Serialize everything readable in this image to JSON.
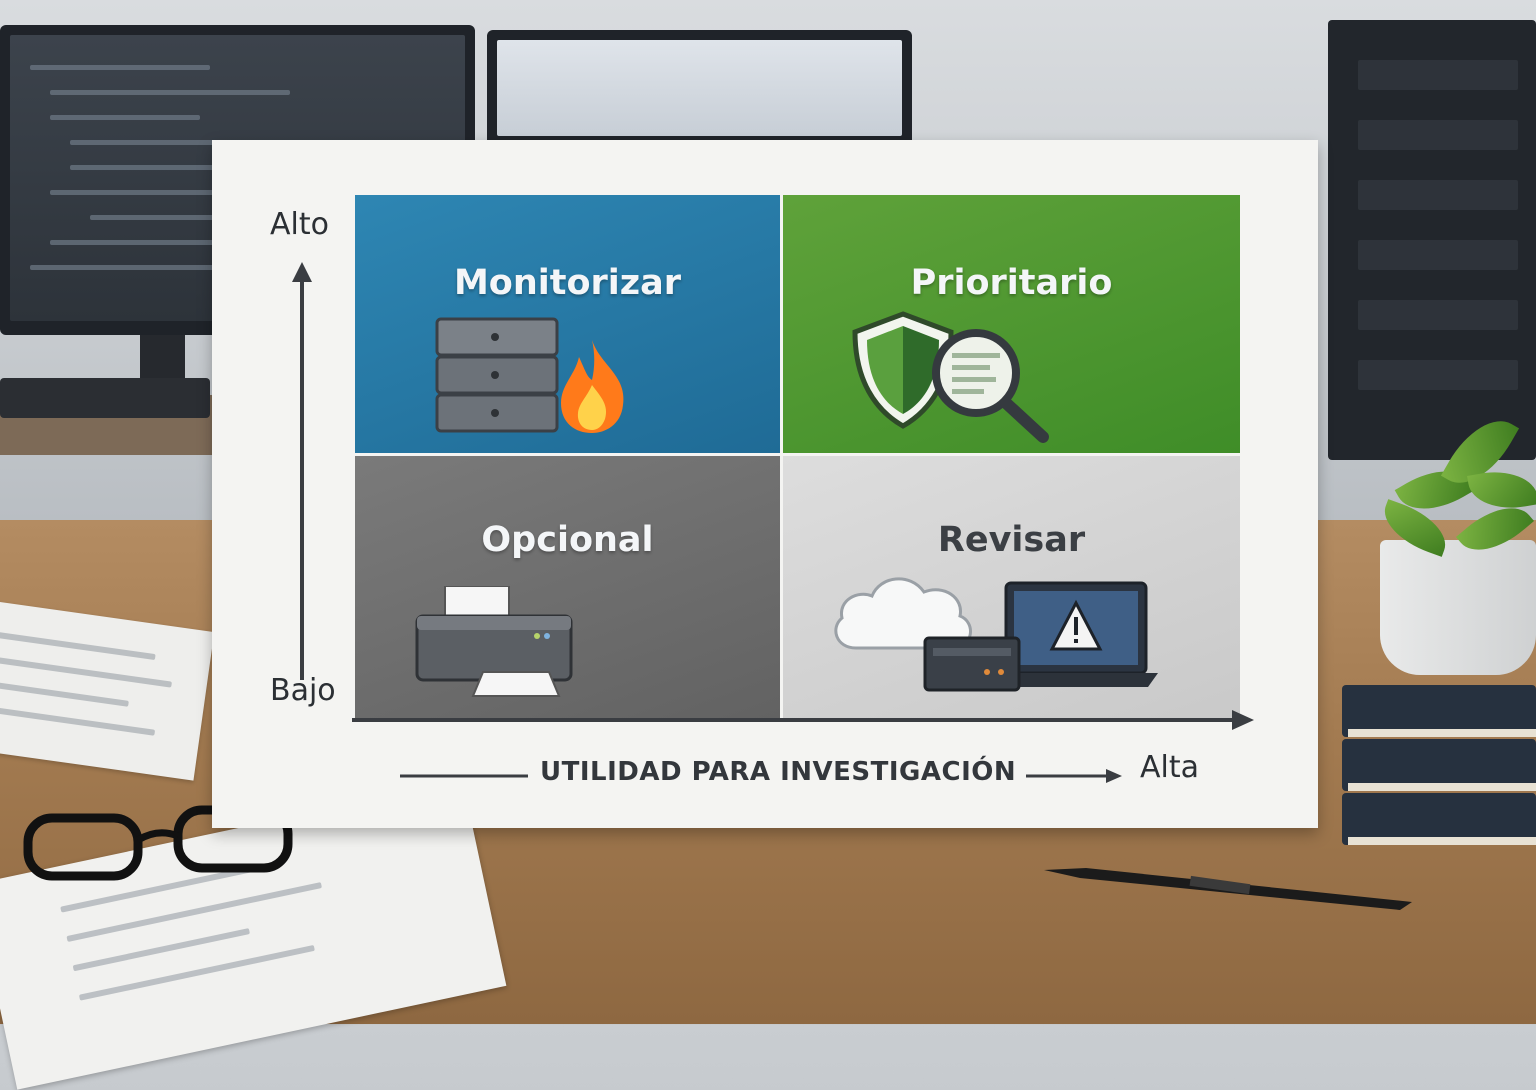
{
  "matrix": {
    "y_axis": {
      "high_label": "Alto",
      "low_label": "Bajo"
    },
    "x_axis": {
      "title": "UTILIDAD PARA INVESTIGACIÓN",
      "high_label": "Alta"
    },
    "quadrants": [
      {
        "position": "top-left",
        "label": "Monitorizar",
        "color": "#2a7fab",
        "icons": [
          "server-stack-icon",
          "fire-icon"
        ]
      },
      {
        "position": "top-right",
        "label": "Prioritario",
        "color": "#4f9a33",
        "icons": [
          "shield-icon",
          "magnifier-log-icon"
        ]
      },
      {
        "position": "bottom-left",
        "label": "Opcional",
        "color": "#6e6e6e",
        "icons": [
          "printer-icon"
        ]
      },
      {
        "position": "bottom-right",
        "label": "Revisar",
        "color": "#d4d4d4",
        "icons": [
          "cloud-icon",
          "network-device-icon",
          "laptop-warning-icon"
        ]
      }
    ]
  }
}
